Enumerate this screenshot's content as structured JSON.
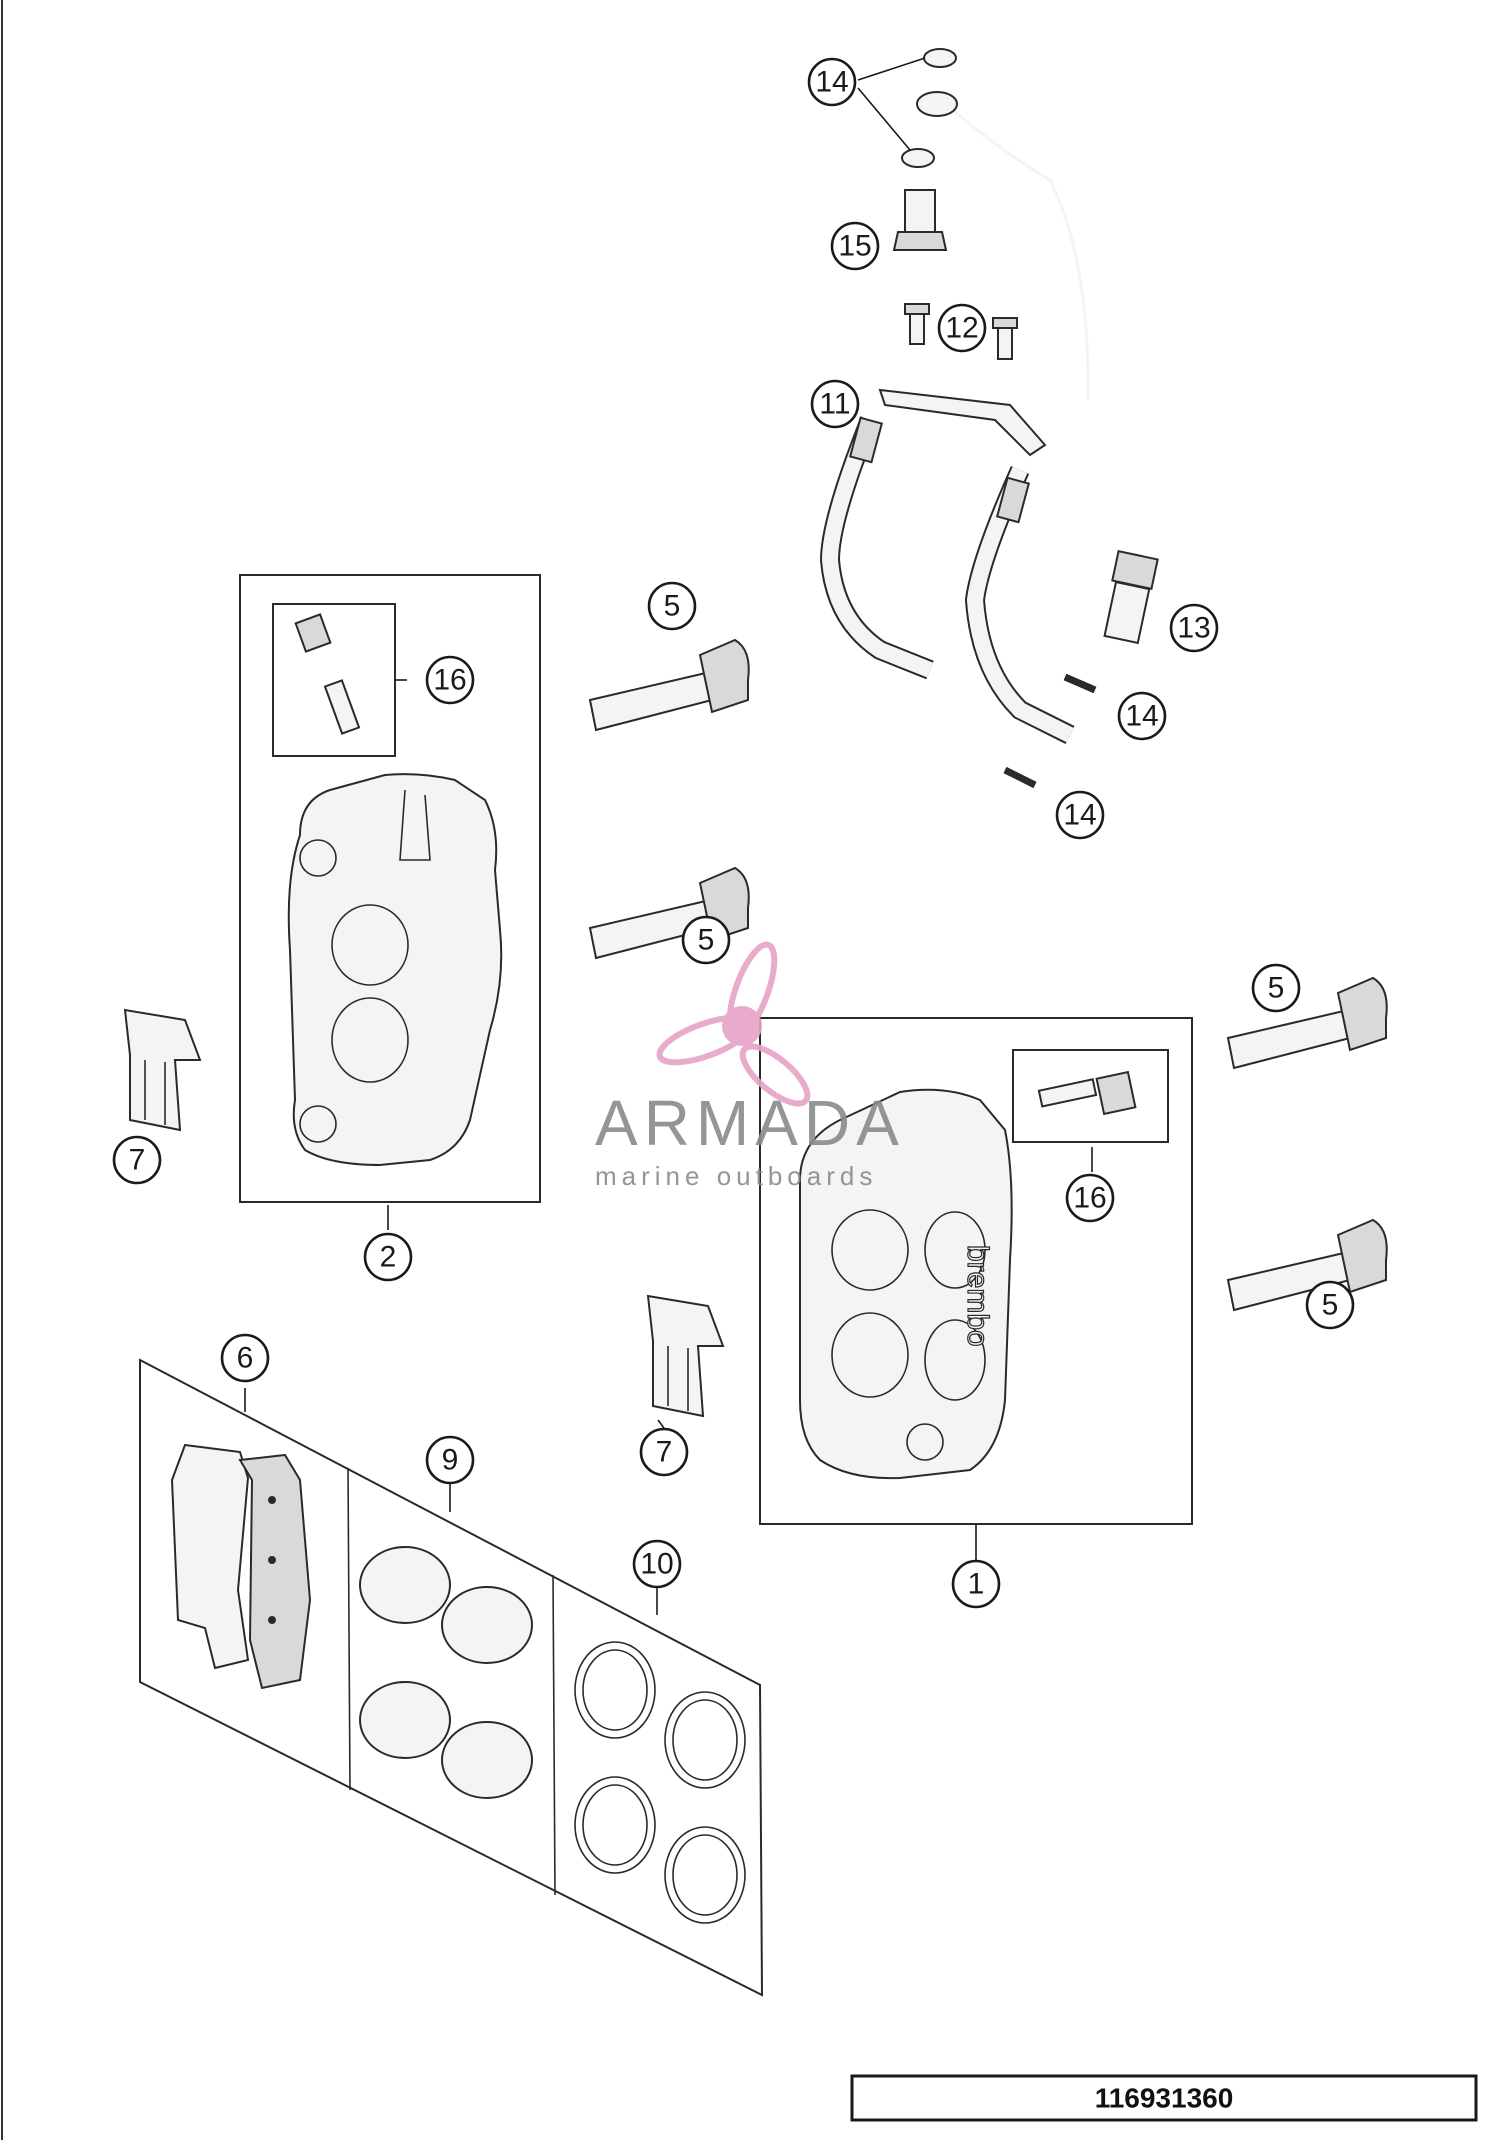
{
  "diagram": {
    "callouts": {
      "c14a": "14",
      "c15": "15",
      "c12": "12",
      "c11": "11",
      "c13": "13",
      "c14b": "14",
      "c14c": "14",
      "c5a": "5",
      "c16a": "16",
      "c5b": "5",
      "c5c": "5",
      "c7a": "7",
      "c2": "2",
      "c16b": "16",
      "c5d": "5",
      "c6": "6",
      "c9": "9",
      "c10": "10",
      "c7b": "7",
      "c1": "1"
    },
    "caliper_brand": "brembo",
    "document_number": "116931360"
  },
  "watermark": {
    "brand": "ARMADA",
    "tagline": "marine outboards",
    "colors": {
      "logo": "#e6a3c6",
      "text": "#8a8a8a"
    }
  }
}
